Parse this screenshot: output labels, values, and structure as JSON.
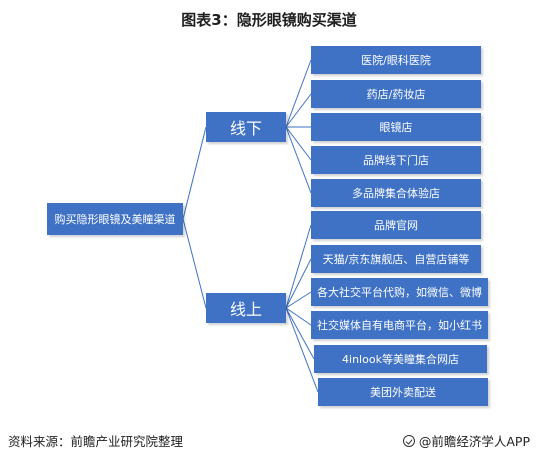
{
  "title": "图表3：隐形眼镜购买渠道",
  "root": {
    "label": "购买隐形眼镜及美瞳渠道"
  },
  "branches": [
    {
      "label": "线下",
      "children": [
        "医院/眼科医院",
        "药店/药妆店",
        "眼镜店",
        "品牌线下门店",
        "多品牌集合体验店"
      ]
    },
    {
      "label": "线上",
      "children": [
        "品牌官网",
        "天猫/京东旗舰店、自营店铺等",
        "各大社交平台代购，如微信、微博",
        "社交媒体自有电商平台，如小红书",
        "4inlook等美瞳集合网店",
        "美团外卖配送"
      ]
    }
  ],
  "footer": {
    "source": "资料来源：前瞻产业研究院整理",
    "brand": "@前瞻经济学人APP"
  },
  "colors": {
    "box": "#3f72c4",
    "line": "#3f72c4"
  }
}
